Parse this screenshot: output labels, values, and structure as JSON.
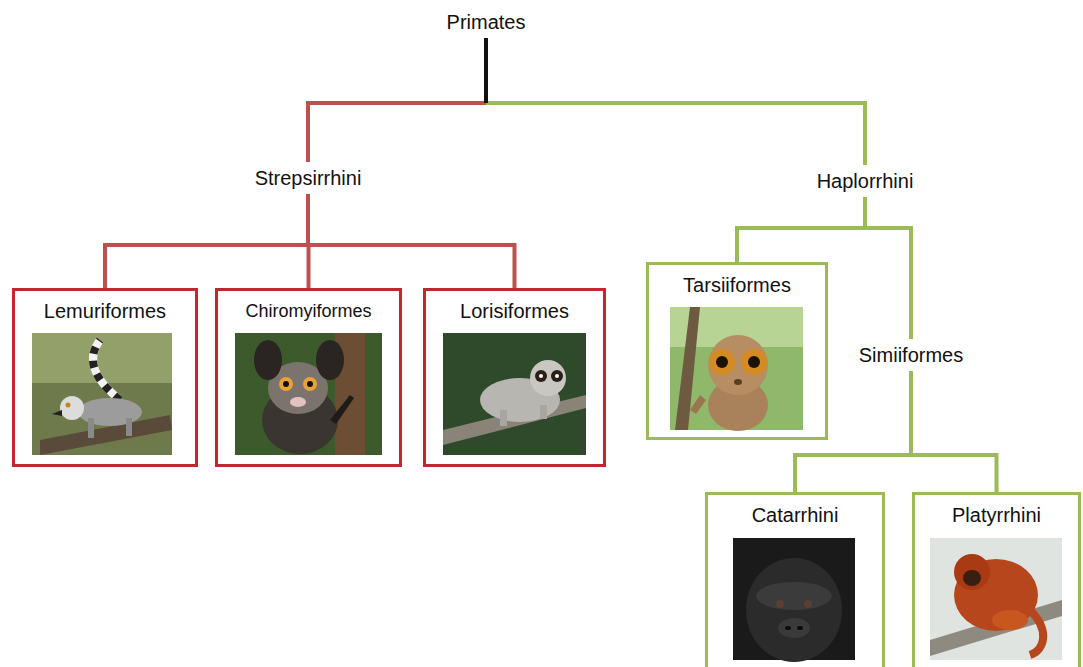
{
  "diagram": {
    "nodes": [
      {
        "text": [
          "Primates"
        ]
      },
      {
        "text": [
          "Strepsirrhini"
        ]
      },
      {
        "text": [
          "Haplorrhini"
        ]
      },
      {
        "text": [
          "Lemuriformes"
        ]
      },
      {
        "text": [
          "Chiromyiformes"
        ]
      },
      {
        "text": [
          "Lorisiformes"
        ]
      },
      {
        "text": [
          "Tarsiiformes"
        ]
      },
      {
        "text": [
          "Simiiformes"
        ]
      },
      {
        "text": [
          "Catarrhini"
        ]
      },
      {
        "text": [
          "Platyrrhini"
        ]
      }
    ],
    "edges": [
      {
        "from": 0,
        "to": 1,
        "arrow": "none"
      },
      {
        "from": 0,
        "to": 2,
        "arrow": "none"
      },
      {
        "from": 1,
        "to": 3,
        "arrow": "none"
      },
      {
        "from": 1,
        "to": 4,
        "arrow": "none"
      },
      {
        "from": 1,
        "to": 5,
        "arrow": "none"
      },
      {
        "from": 2,
        "to": 6,
        "arrow": "none"
      },
      {
        "from": 2,
        "to": 7,
        "arrow": "none"
      },
      {
        "from": 7,
        "to": 8,
        "arrow": "none"
      },
      {
        "from": 7,
        "to": 9,
        "arrow": "none"
      }
    ]
  }
}
